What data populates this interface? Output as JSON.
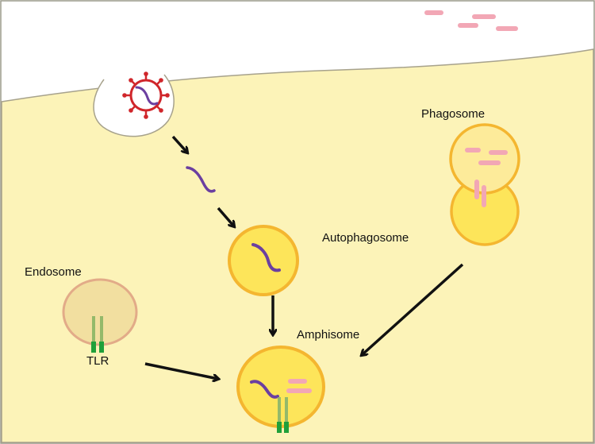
{
  "labels": {
    "phagosome": "Phagosome",
    "autophagosome": "Autophagosome",
    "endosome": "Endosome",
    "tlr": "TLR",
    "amphisome": "Amphisome"
  },
  "colors": {
    "cytoplasm": "#fcf3b8",
    "membrane_outline": "#a7a28c",
    "virus": "#d0262b",
    "viral_rna": "#6b3fa0",
    "vesicle_fill": "#fde55a",
    "vesicle_outline": "#f4b630",
    "phagosome_upper_fill": "#fdeb9a",
    "endosome_fill": "#f2dfa0",
    "endosome_outline": "#e2ab88",
    "bacteria": "#f2a7b5",
    "tlr_light": "#94b96a",
    "tlr_dark": "#20a03a",
    "arrow": "#111111"
  }
}
